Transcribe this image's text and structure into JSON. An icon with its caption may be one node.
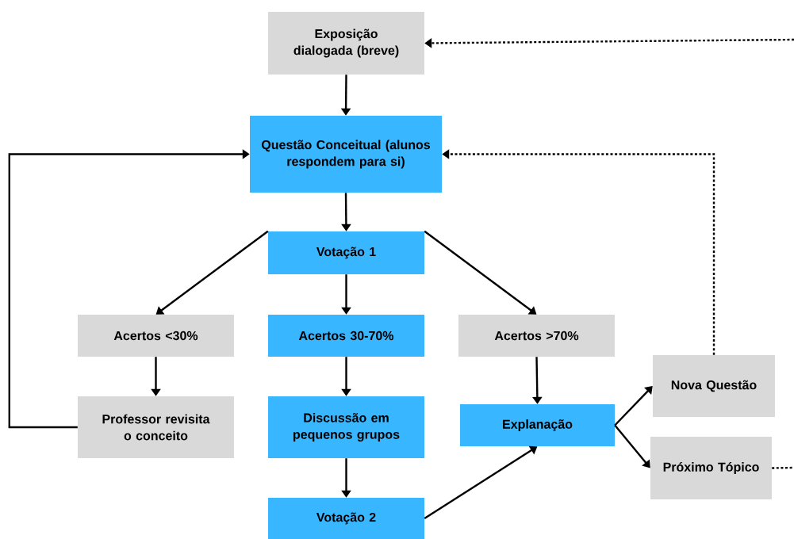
{
  "diagram": {
    "nodes": [
      {
        "text": [
          "Exposição dialogada (breve)"
        ]
      },
      {
        "text": [
          "Questão Conceitual (alunos respondem para si)"
        ]
      },
      {
        "text": [
          "Votação 1"
        ]
      },
      {
        "text": [
          "Acertos <30%"
        ]
      },
      {
        "text": [
          "Acertos 30-70%"
        ]
      },
      {
        "text": [
          "Acertos >70%"
        ]
      },
      {
        "text": [
          "Professor revisita o conceito"
        ]
      },
      {
        "text": [
          "Discussão em pequenos grupos"
        ]
      },
      {
        "text": [
          "Explanação"
        ]
      },
      {
        "text": [
          "Nova Questão"
        ]
      },
      {
        "text": [
          "Próximo Tópico"
        ]
      },
      {
        "text": [
          "Votação 2"
        ]
      }
    ],
    "edges": [
      {
        "from": 0,
        "to": 1,
        "arrow": "to"
      },
      {
        "from": 1,
        "to": 2,
        "arrow": "to"
      },
      {
        "from": 2,
        "to": 3,
        "arrow": "to"
      },
      {
        "from": 2,
        "to": 4,
        "arrow": "to"
      },
      {
        "from": 2,
        "to": 5,
        "arrow": "to"
      },
      {
        "from": 3,
        "to": 6,
        "arrow": "to"
      },
      {
        "from": 4,
        "to": 7,
        "arrow": "to"
      },
      {
        "from": 7,
        "to": 11,
        "arrow": "to"
      },
      {
        "from": 6,
        "to": 1,
        "arrow": "to"
      },
      {
        "from": 5,
        "to": 8,
        "arrow": "to"
      },
      {
        "from": 11,
        "to": 8,
        "arrow": "to"
      },
      {
        "from": 8,
        "to": 9,
        "arrow": "to"
      },
      {
        "from": 8,
        "to": 10,
        "arrow": "to"
      },
      {
        "from": 9,
        "to": 1,
        "arrow": "to",
        "style": "dashed"
      },
      {
        "from": 10,
        "to": null,
        "arrow": "none",
        "style": "dashed"
      },
      {
        "from": null,
        "to": 0,
        "arrow": "to",
        "style": "dashed"
      }
    ]
  }
}
